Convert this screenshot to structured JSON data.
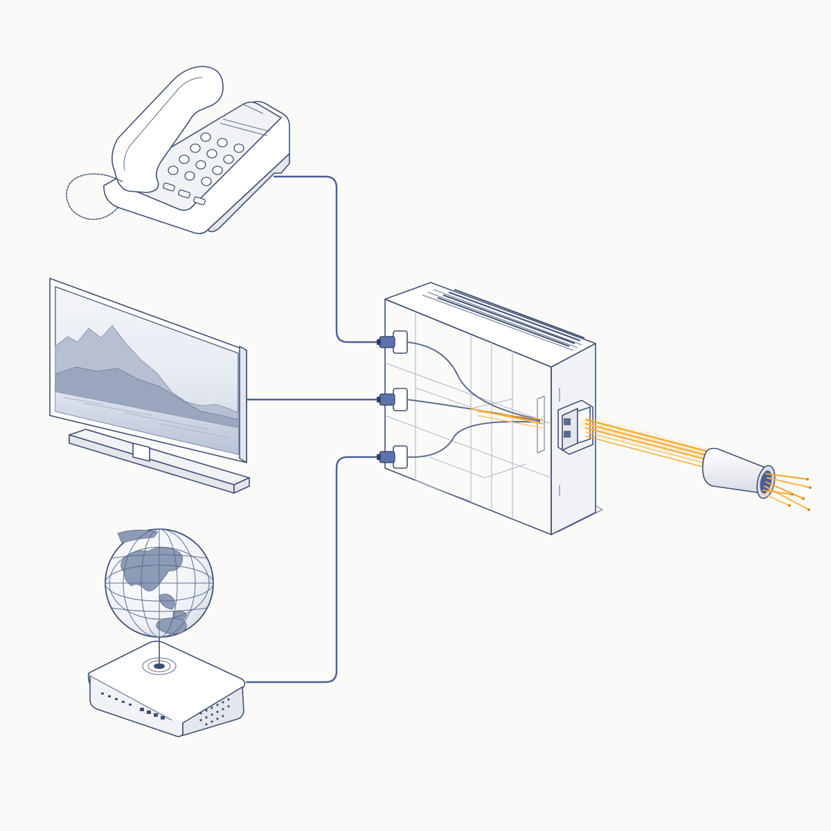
{
  "diagram": {
    "nodes": [
      {
        "id": "telephone",
        "icon": "telephone-icon"
      },
      {
        "id": "television",
        "icon": "television-icon"
      },
      {
        "id": "internet-router",
        "icon": "globe-router-icon"
      },
      {
        "id": "network-terminal-box",
        "icon": "ont-box-icon"
      },
      {
        "id": "fiber-optic-cable",
        "icon": "fiber-cable-icon"
      }
    ],
    "links": [
      {
        "from": "telephone",
        "to": "network-terminal-box",
        "kind": "copper"
      },
      {
        "from": "television",
        "to": "network-terminal-box",
        "kind": "copper"
      },
      {
        "from": "internet-router",
        "to": "network-terminal-box",
        "kind": "copper"
      },
      {
        "from": "network-terminal-box",
        "to": "fiber-optic-cable",
        "kind": "fiber"
      }
    ],
    "colors": {
      "ink": "#3d4f73",
      "cable": "#4a5f94",
      "fiber": "#f5a623",
      "fiber_glow": "#ffd27a",
      "background": "#fafaf8"
    }
  }
}
